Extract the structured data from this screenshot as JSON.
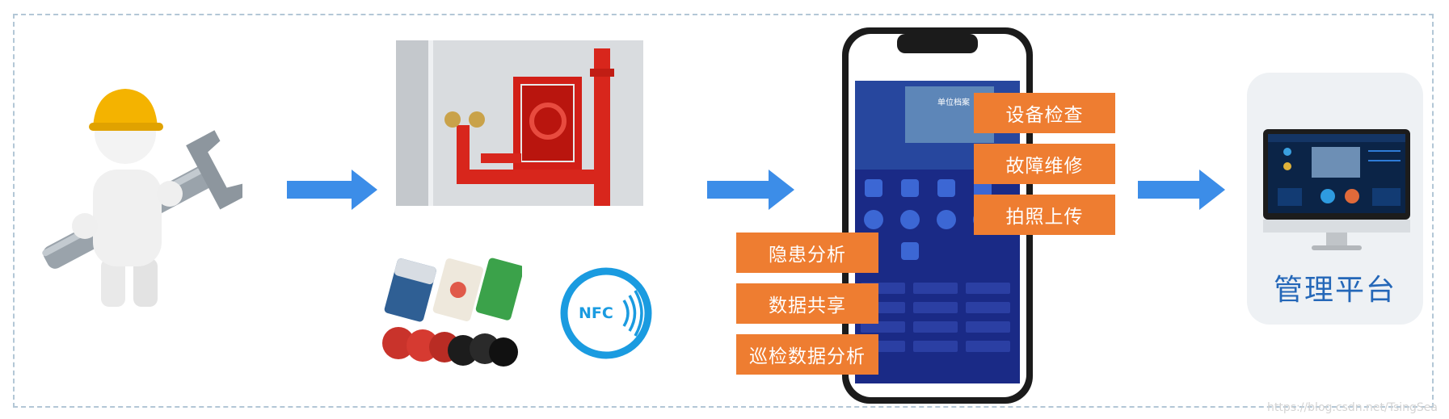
{
  "workflow": {
    "worker": {
      "icon": "worker-with-wrench-icon"
    },
    "equipment": {
      "icon": "fire-hydrant-cabinet-icon",
      "tags_icon": "nfc-tags-icon",
      "nfc_icon": "nfc-badge-icon",
      "nfc_text": "NFC"
    },
    "phone": {
      "screen_title": "单位档案"
    },
    "top_labels": [
      "设备检查",
      "故障维修",
      "拍照上传"
    ],
    "bottom_labels": [
      "隐患分析",
      "数据共享",
      "巡检数据分析"
    ],
    "platform": {
      "label": "管理平台",
      "icon": "monitor-dashboard-icon"
    }
  },
  "colors": {
    "arrow": "#3c8de8",
    "label_bg": "#ee7d31",
    "platform_text": "#2467b8",
    "frame": "#b3c7d6"
  },
  "watermark": "https://blog.csdn.net/TsingSea"
}
